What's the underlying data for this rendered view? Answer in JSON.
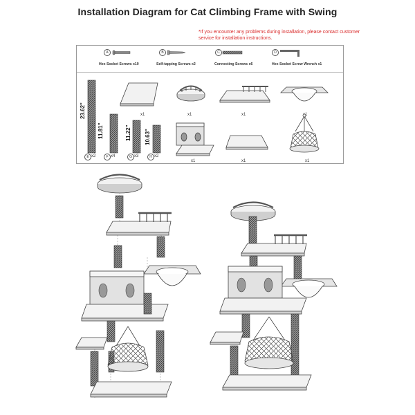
{
  "title": "Installation Diagram for Cat Climbing Frame with Swing",
  "notice": "*If you encounter any problems during installation, please contact customer service for installation instructions.",
  "hardware": [
    {
      "letter": "A",
      "label": "Hex Socket Screws x10"
    },
    {
      "letter": "B",
      "label": "Self-tapping Screws x2"
    },
    {
      "letter": "C",
      "label": "Connecting Screws x6"
    },
    {
      "letter": "D",
      "label": "Hex Socket Screw Wrench x1"
    }
  ],
  "posts": [
    {
      "letter": "E",
      "length": "23.62\"",
      "qty": "x2"
    },
    {
      "letter": "F",
      "length": "11.81\"",
      "qty": "x4"
    },
    {
      "letter": "G",
      "length": "11.22\"",
      "qty": "x3"
    },
    {
      "letter": "H",
      "length": "10.63\"",
      "qty": "x2"
    }
  ],
  "parts_qty": {
    "board": "x1",
    "railing_top": "x1",
    "railing_platform": "x1",
    "basket": "x1",
    "condo": "x1",
    "plain_board": "x1",
    "swing": "x1"
  }
}
